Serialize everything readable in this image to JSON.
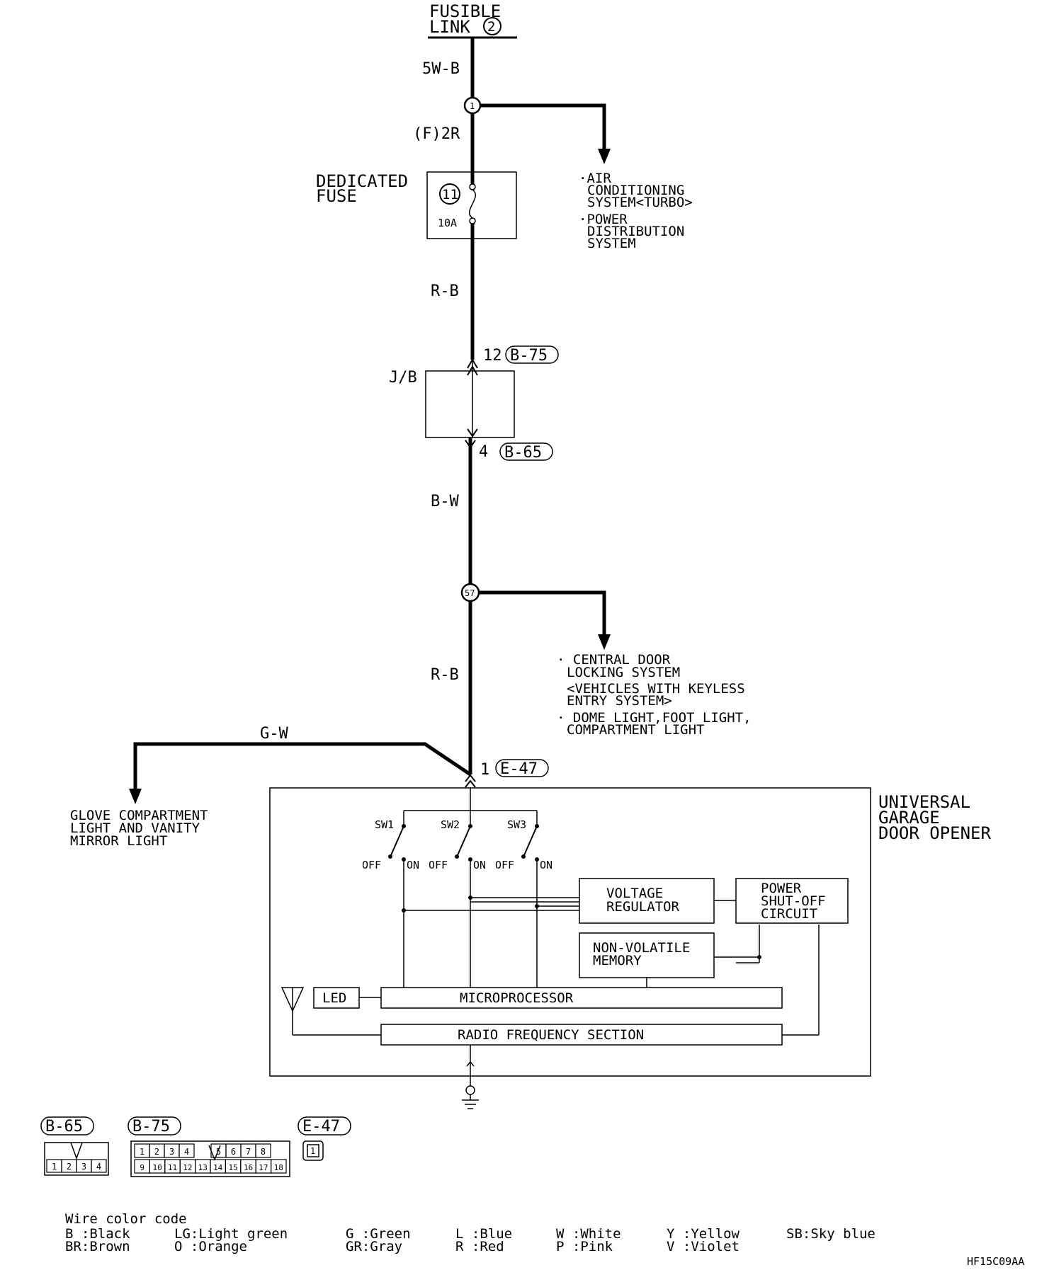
{
  "diagram": {
    "source": {
      "line1": "FUSIBLE",
      "line2": "LINK",
      "num": "2"
    },
    "wires": {
      "w1": "5W-B",
      "w2": "(F)2R",
      "w3": "R-B",
      "w4": "B-W",
      "w5": "R-B",
      "w6": "G-W"
    },
    "splices": {
      "s1": "1",
      "s2": "57"
    },
    "fuse": {
      "label1": "DEDICATED",
      "label2": "FUSE",
      "num": "11",
      "rating": "10A"
    },
    "branch1": [
      "·AIR",
      "CONDITIONING",
      "SYSTEM<TURBO>",
      "·POWER",
      "DISTRIBUTION",
      "SYSTEM"
    ],
    "branch2": [
      "· CENTRAL DOOR",
      "LOCKING SYSTEM",
      "<VEHICLES WITH KEYLESS",
      "ENTRY SYSTEM>",
      "· DOME LIGHT,FOOT LIGHT,",
      "COMPARTMENT LIGHT"
    ],
    "junction": {
      "label": "J/B",
      "top_pin": "12",
      "top_conn": "B-75",
      "bot_pin": "4",
      "bot_conn": "B-65"
    },
    "opener_conn": {
      "pin": "1",
      "conn": "E-47"
    },
    "glove": [
      "GLOVE COMPARTMENT",
      "LIGHT AND VANITY",
      "MIRROR LIGHT"
    ],
    "opener": {
      "title": [
        "UNIVERSAL",
        "GARAGE",
        "DOOR OPENER"
      ],
      "switches": [
        "SW1",
        "SW2",
        "SW3"
      ],
      "off": "OFF",
      "on": "ON",
      "voltage_regulator": [
        "VOLTAGE",
        "REGULATOR"
      ],
      "power_shutoff": [
        "POWER",
        "SHUT-OFF",
        "CIRCUIT"
      ],
      "memory": [
        "NON-VOLATILE",
        "MEMORY"
      ],
      "led": "LED",
      "microprocessor": "MICROPROCESSOR",
      "rf": "RADIO FREQUENCY SECTION"
    },
    "connectors": {
      "b65": {
        "label": "B-65",
        "pins": [
          "1",
          "2",
          "3",
          "4"
        ]
      },
      "b75": {
        "label": "B-75",
        "top": [
          "1",
          "2",
          "3",
          "4",
          "5",
          "6",
          "7",
          "8"
        ],
        "bottom": [
          "9",
          "10",
          "11",
          "12",
          "13",
          "14",
          "15",
          "16",
          "17",
          "18"
        ]
      },
      "e47": {
        "label": "E-47",
        "pins": [
          "1"
        ]
      }
    },
    "legend": {
      "title": "Wire color code",
      "items": [
        [
          "B :Black",
          "BR:Brown"
        ],
        [
          "LG:Light green",
          "O :Orange"
        ],
        [
          "G :Green",
          "GR:Gray"
        ],
        [
          "L :Blue",
          "R :Red"
        ],
        [
          "W :White",
          "P :Pink"
        ],
        [
          "Y :Yellow",
          "V :Violet"
        ],
        [
          "SB:Sky blue"
        ]
      ]
    },
    "code": "HF15C09AA"
  }
}
